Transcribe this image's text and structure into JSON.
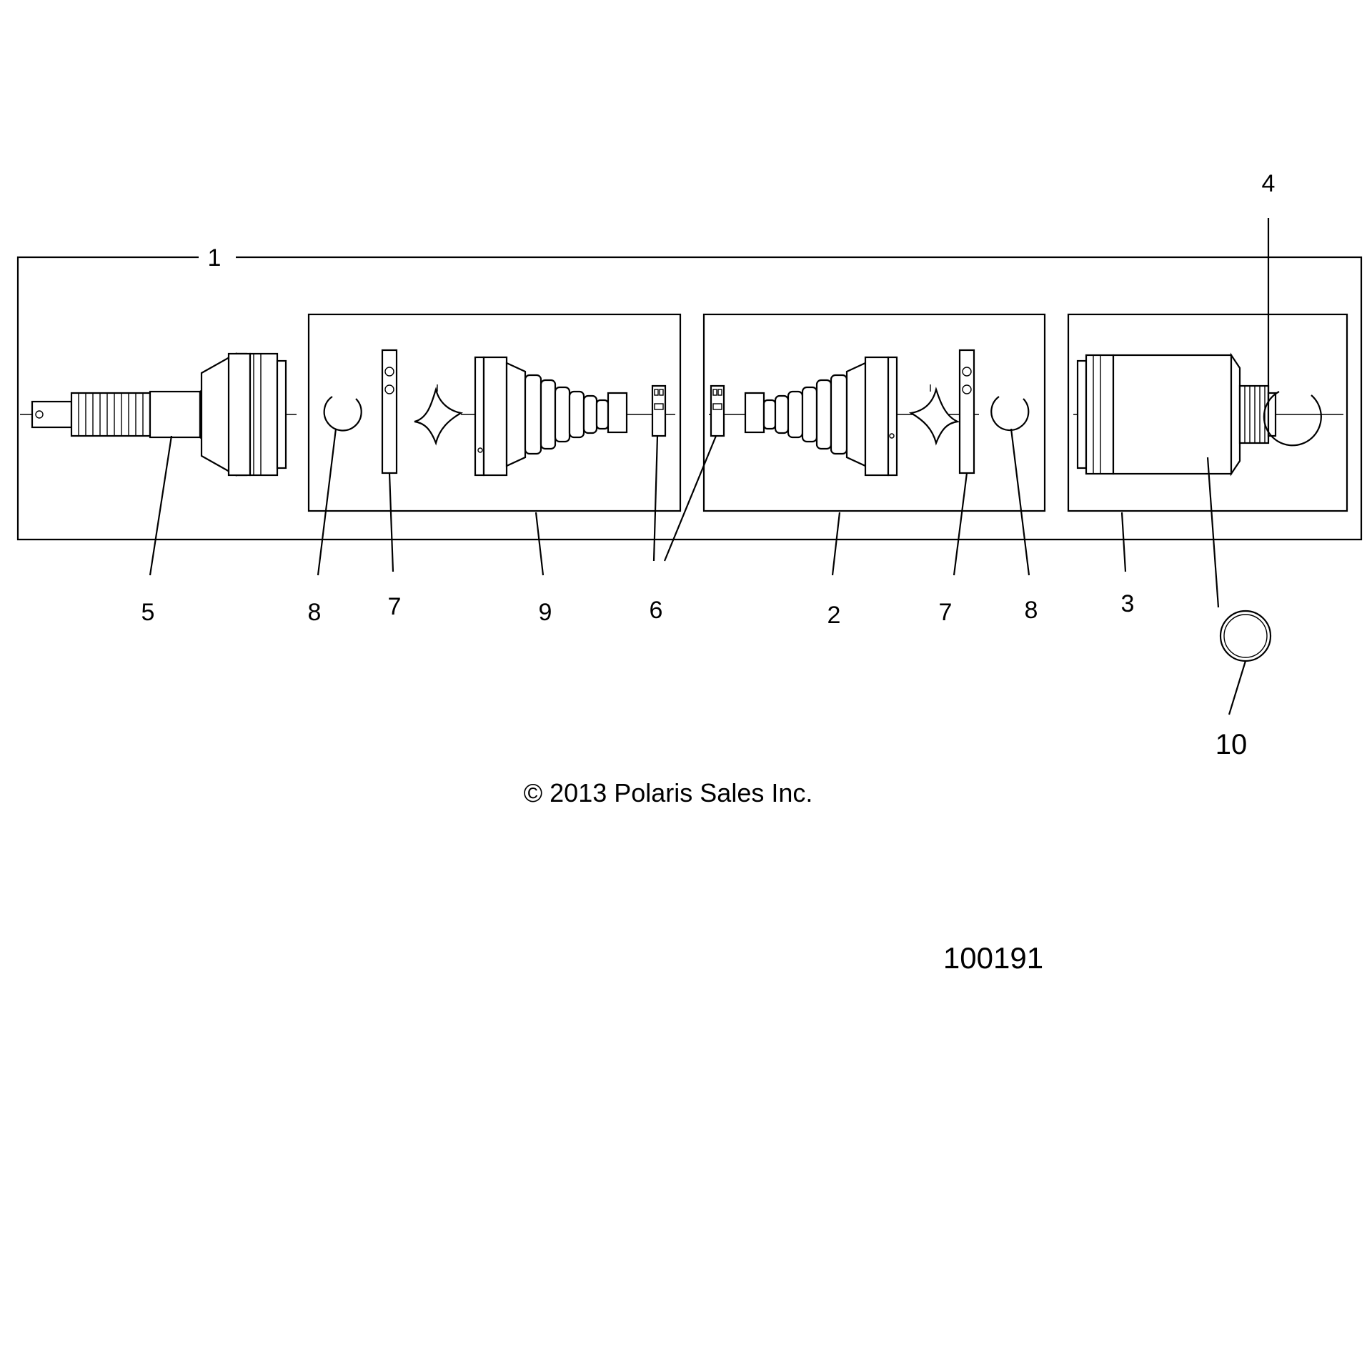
{
  "callouts": {
    "c1": "1",
    "c2": "2",
    "c3": "3",
    "c4": "4",
    "c5": "5",
    "c6": "6",
    "c7a": "7",
    "c7b": "7",
    "c8a": "8",
    "c8b": "8",
    "c9": "9",
    "c10": "10"
  },
  "copyright": "© 2013 Polaris Sales Inc.",
  "figure_number": "100191"
}
